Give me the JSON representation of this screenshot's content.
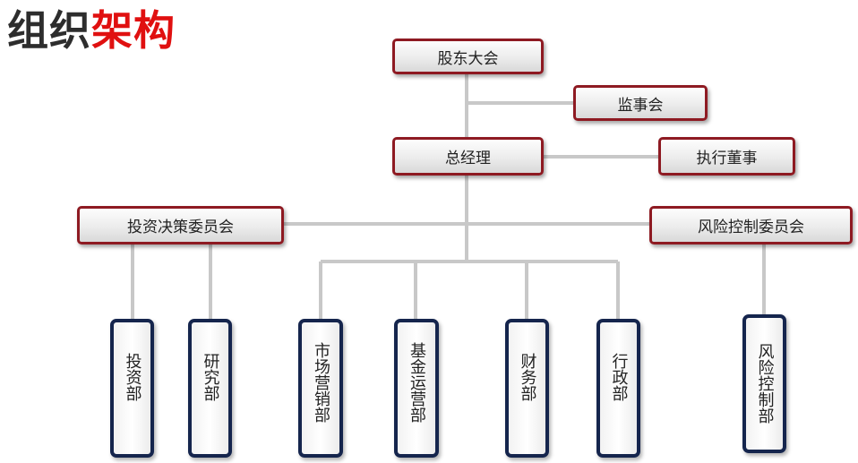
{
  "title": {
    "part1": "组织",
    "part2": "架构"
  },
  "nodes": {
    "shareholders_meeting": "股东大会",
    "board_of_supervisors": "监事会",
    "general_manager": "总经理",
    "executive_director": "执行董事",
    "investment_committee": "投资决策委员会",
    "risk_committee": "风险控制委员会",
    "investment_dept": "投资部",
    "research_dept": "研究部",
    "marketing_dept": "市场营销部",
    "fund_operations_dept": "基金运营部",
    "finance_dept": "财务部",
    "admin_dept": "行政部",
    "risk_control_dept": "风险控制部"
  },
  "colors": {
    "title_dark": "#2d2d2d",
    "title_red": "#e01010",
    "upper_box_border": "#8e1a22",
    "dept_box_border": "#15254d",
    "connector": "#c8c8c8"
  }
}
